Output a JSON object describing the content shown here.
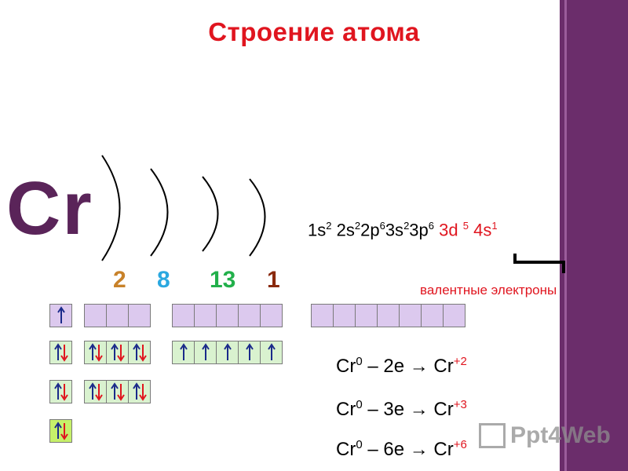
{
  "title": "Строение атома",
  "element_symbol": "Cr",
  "shell_counts": [
    "2",
    "8",
    "13",
    "1"
  ],
  "electron_config": {
    "s1": "1s",
    "e1": "2",
    "s2": "2s",
    "e2": "2",
    "s3": "2p",
    "e3": "6",
    "s4": "3s",
    "e4": "2",
    "s5": "3p",
    "e5": "6",
    "s6": "3d",
    "e6": "5",
    "s7": "4s",
    "e7": "1"
  },
  "valence_label": "валентные электроны",
  "equations": [
    {
      "left": "Cr",
      "left_charge": "0",
      "op": "– 2e → Cr",
      "right_charge": "+2"
    },
    {
      "left": "Cr",
      "left_charge": "0",
      "op": "– 3e → Cr",
      "right_charge": "+3"
    },
    {
      "left": "Cr",
      "left_charge": "0",
      "op": "– 6e → Cr",
      "right_charge": "+6"
    }
  ],
  "watermark": "Ppt4Web",
  "colors": {
    "title": "#e0151f",
    "symbol": "#5a2459",
    "shell_1": "#c8822a",
    "shell_2": "#2aa8e0",
    "shell_3": "#22b04b",
    "shell_4": "#8a2a0e",
    "side_band": "#6b2d6b",
    "cell_violet": "#dcc9ee",
    "cell_green": "#d9f2cf",
    "cell_lime": "#c6f06a",
    "arrow_up": "#1a2a8a",
    "arrow_down": "#e0151f"
  }
}
